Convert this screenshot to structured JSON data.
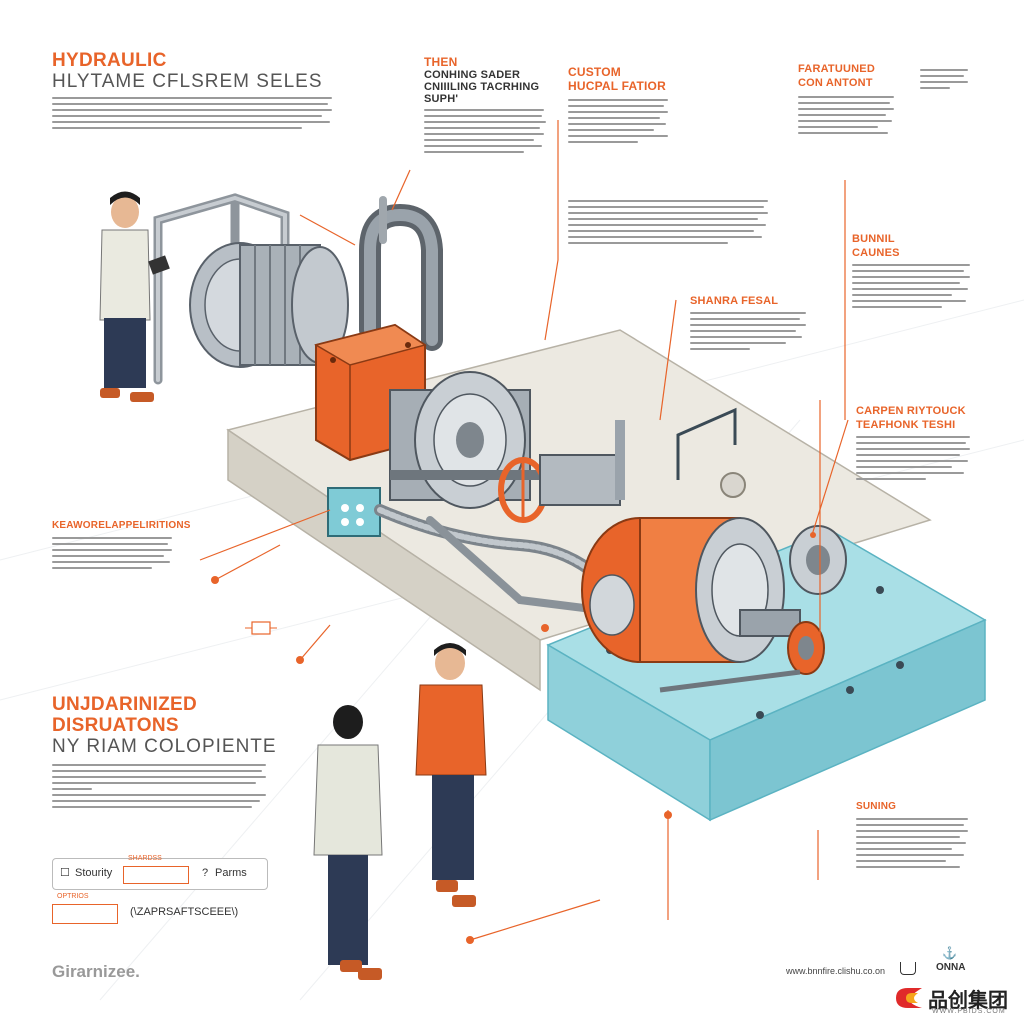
{
  "colors": {
    "accent": "#e8642a",
    "teal": "#7fcbd6",
    "steel": "#9aa3ab",
    "concrete": "#e7e4dc"
  },
  "left_header": {
    "title": "HYDRAULIC",
    "subtitle": "HLYTAME CFLSREM SELES"
  },
  "callouts": {
    "then": "THEN",
    "containing": "CONHING SADER\nCNIIILING TACRHING\nSUPH'",
    "custom": "CUSTOM\nHUCPAL FATIOR",
    "faratuuned": "FARATUUNED\nCON ANTONT",
    "bunnil": "BUNNIL\nCAUNES",
    "shanra": "SHANRA FESAL",
    "carpen": "CARPEN RIYTOUCK\nTEAFHONK TESHI",
    "kea": "KEAWORELAPPELIRITIONS",
    "suning": "SUNING"
  },
  "bottom_left": {
    "title": "UNJDARINIZED\nDISRUATONS",
    "subtitle": "NY RIAM COLOPIENTE"
  },
  "controls": {
    "security_icon": "☐",
    "security_label": "Stourity",
    "middle_tag": "SHARDSS",
    "help_icon": "?",
    "params_label": "Parms",
    "bottom_tag": "OPTRIOS",
    "bracket_label": "(\\ZAPRSAFTSCEEE\\)"
  },
  "footer": {
    "logo": "Girarnizee.",
    "url": "www.bnnfire.clishu.co.on",
    "brand_mark": "ONNA",
    "watermark_cn": "品创集团",
    "watermark_url": "WWW.PBIDS.COM"
  }
}
